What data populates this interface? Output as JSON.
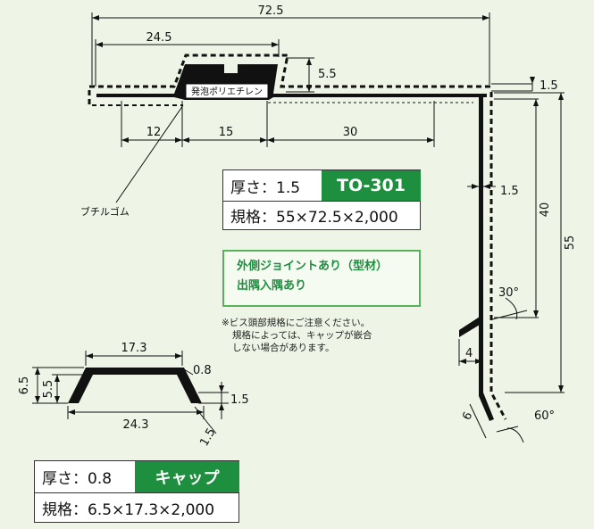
{
  "main_profile": {
    "dims": {
      "total_width": "72.5",
      "top_width": "24.5",
      "bump_height": "5.5",
      "thickness_top": "1.5",
      "seg_12": "12",
      "seg_15": "15",
      "seg_30": "30",
      "thickness_side": "1.5",
      "height_40": "40",
      "height_55": "55",
      "angle_30": "30°",
      "leg_4": "4",
      "lip_6": "6",
      "angle_60": "60°"
    },
    "labels": {
      "foam": "発泡ポリエチレン",
      "rubber": "ブチルゴム"
    }
  },
  "to301_box": {
    "thickness_label": "厚さ：1.5",
    "product_code": "TO-301",
    "spec_label": "規格：55×72.5×2,000"
  },
  "joint_box": {
    "line1": "外側ジョイントあり（型材）",
    "line2": "出隅入隅あり"
  },
  "note": {
    "line1": "※ビス頭部規格にご注意ください。",
    "line2": "規格によっては、キャップが嵌合",
    "line3": "しない場合があります。"
  },
  "cap_profile": {
    "dims": {
      "top_width": "17.3",
      "height_outer": "6.5",
      "height_inner": "5.5",
      "thickness": "0.8",
      "lip": "1.5",
      "lip_diag": "1.5",
      "bottom_width": "24.3"
    }
  },
  "cap_box": {
    "thickness_label": "厚さ：0.8",
    "product_name": "キャップ",
    "spec_label": "規格：6.5×17.3×2,000"
  },
  "colors": {
    "accent_green": "#1e8f3e",
    "background": "#eef5e6"
  }
}
